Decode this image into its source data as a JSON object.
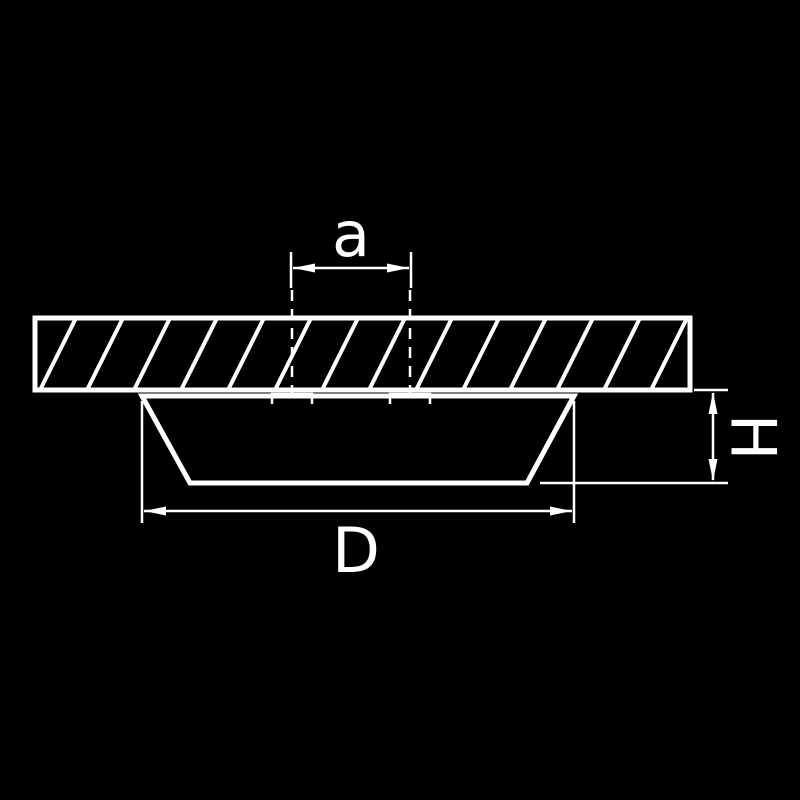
{
  "diagram": {
    "background_color": "#000000",
    "line_color": "#ffffff",
    "labels": {
      "hole_spacing": "a",
      "diameter": "D",
      "height": "H"
    }
  }
}
